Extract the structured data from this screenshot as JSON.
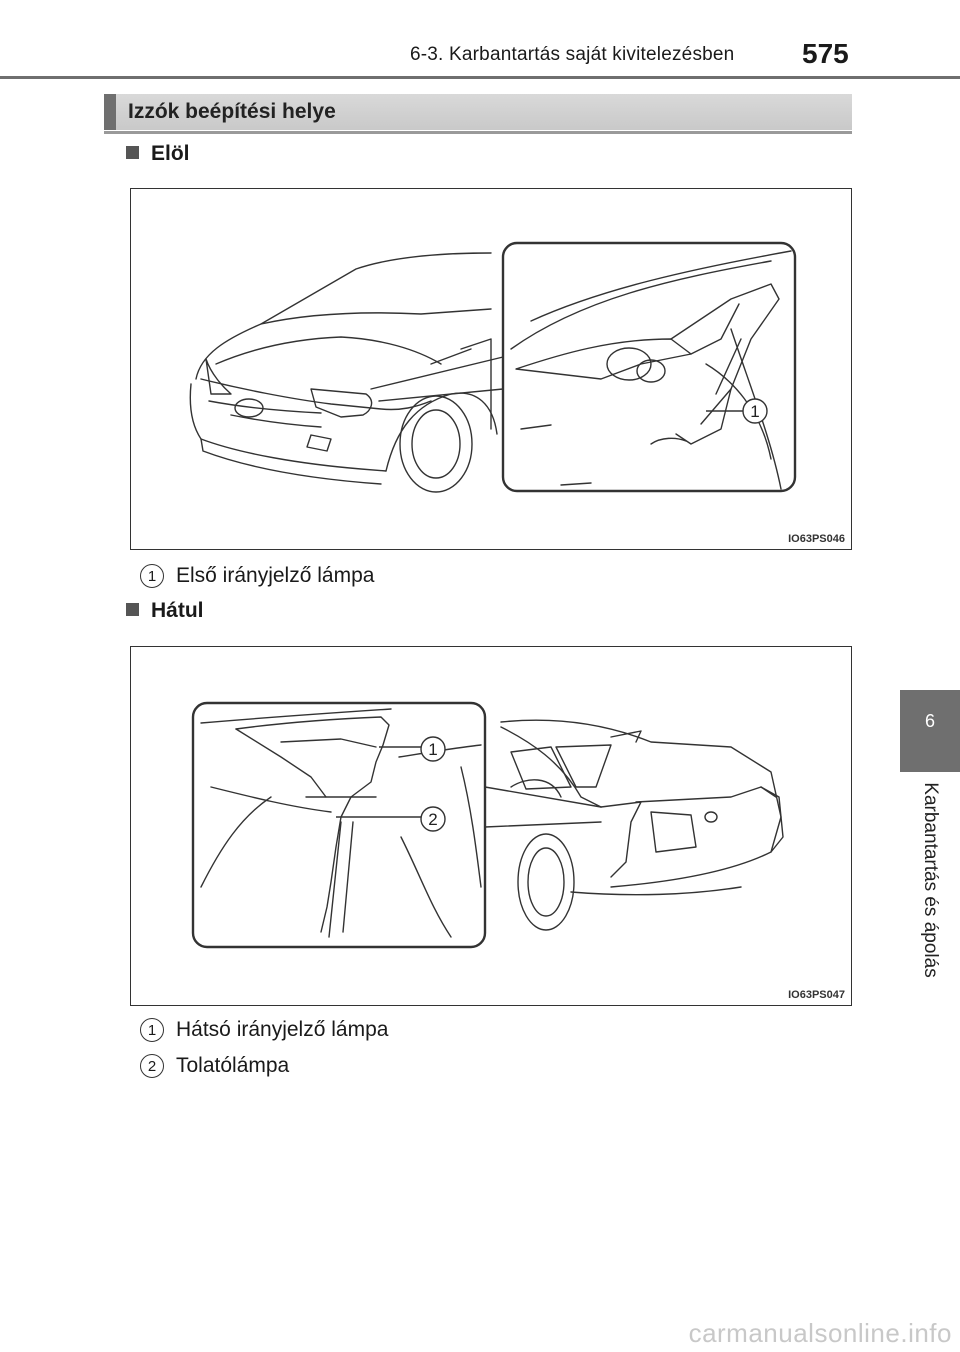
{
  "header": {
    "title": "6-3. Karbantartás saját kivitelezésben",
    "page_number": "575"
  },
  "section": {
    "title": "Izzók beépítési helye"
  },
  "front": {
    "heading": "Elöl",
    "figure_code": "IO63PS046",
    "callouts": [
      {
        "num": "1",
        "label": "Első irányjelző lámpa"
      }
    ]
  },
  "rear": {
    "heading": "Hátul",
    "figure_code": "IO63PS047",
    "callouts": [
      {
        "num": "1",
        "label": "Hátsó irányjelző lámpa"
      },
      {
        "num": "2",
        "label": "Tolatólámpa"
      }
    ]
  },
  "sidebar": {
    "chapter_number": "6",
    "chapter_title": "Karbantartás és ápolás"
  },
  "footer": {
    "watermark": "carmanualsonline.info"
  }
}
